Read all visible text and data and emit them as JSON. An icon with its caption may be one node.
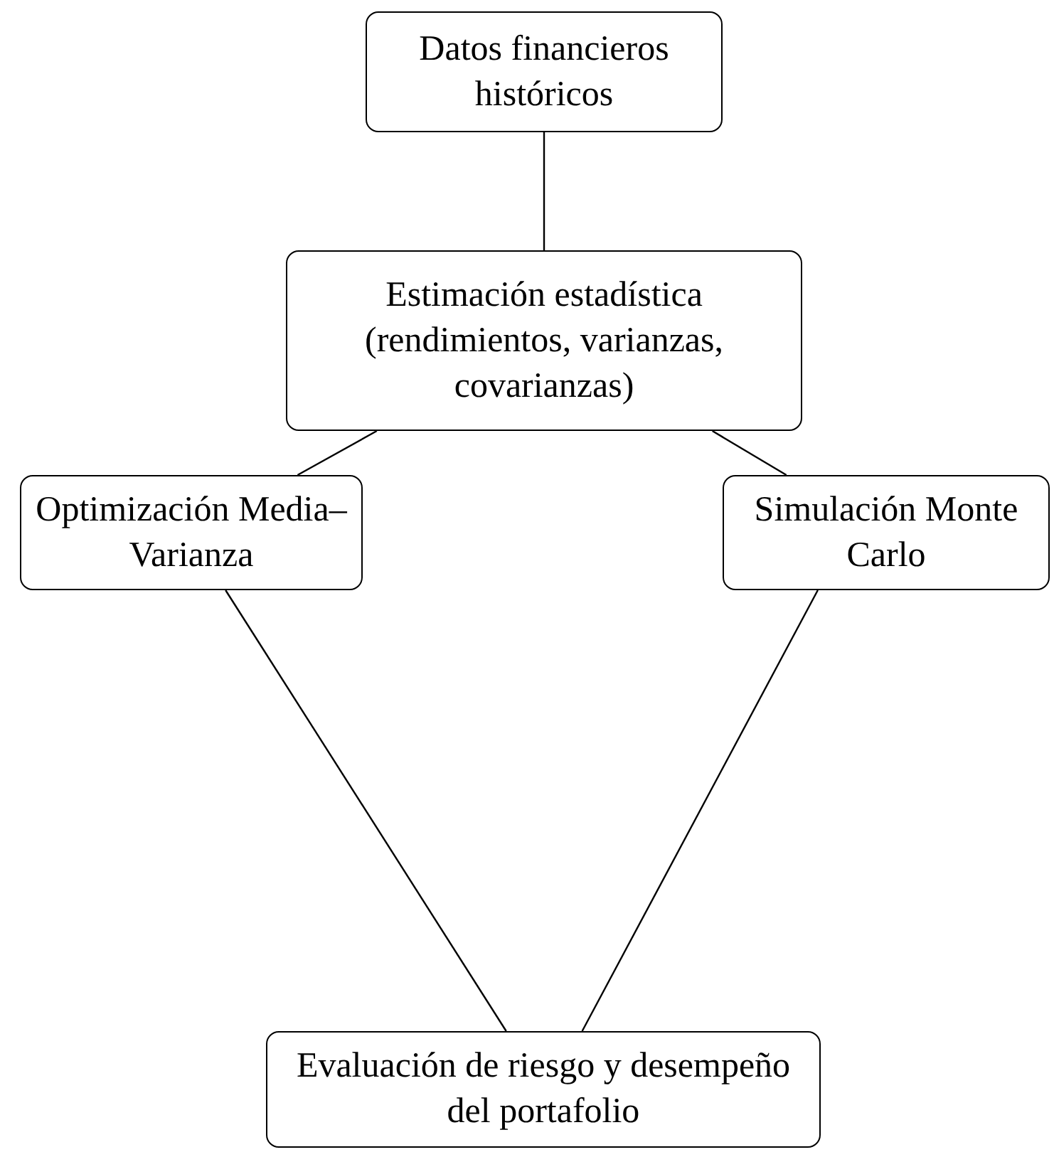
{
  "diagram": {
    "nodes": [
      {
        "text": [
          "Datos financieros históricos"
        ]
      },
      {
        "text": [
          "Estimación estadística (rendimientos, varianzas, covarianzas)"
        ]
      },
      {
        "text": [
          "Optimización Media–Varianza"
        ]
      },
      {
        "text": [
          "Simulación Monte Carlo"
        ]
      },
      {
        "text": [
          "Evaluación de riesgo y desempeño del portafolio"
        ]
      }
    ],
    "edges": [
      {
        "from": 0,
        "to": 1,
        "arrow": "none"
      },
      {
        "from": 1,
        "to": 2,
        "arrow": "none"
      },
      {
        "from": 1,
        "to": 3,
        "arrow": "none"
      },
      {
        "from": 2,
        "to": 4,
        "arrow": "none"
      },
      {
        "from": 3,
        "to": 4,
        "arrow": "none"
      }
    ]
  }
}
